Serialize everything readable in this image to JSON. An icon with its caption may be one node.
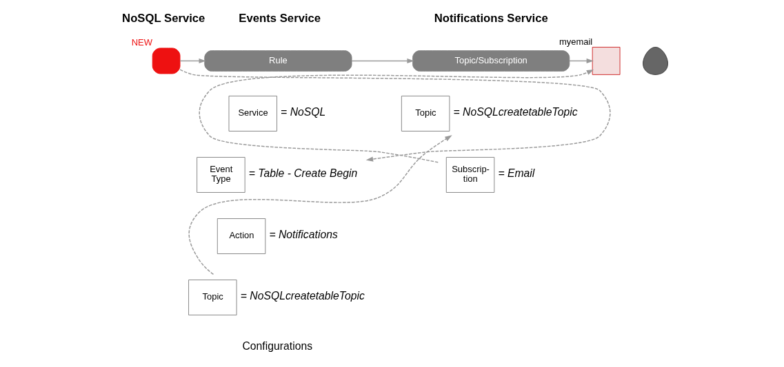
{
  "diagram": {
    "nodes": [
      {
        "text": [],
        "shape": "box",
        "beside": [
          "NEW"
        ]
      },
      {
        "text": [
          "Rule"
        ]
      },
      {
        "text": [
          "Topic/Subscription"
        ]
      },
      {
        "text": [],
        "shape": "box",
        "beside": [
          "myemail"
        ]
      },
      {
        "text": [],
        "shape": "person"
      },
      {
        "text": [
          "Service"
        ],
        "beside": [
          "= NoSQL"
        ]
      },
      {
        "text": [
          "Event Type"
        ],
        "beside": [
          "= Table - Create Begin"
        ]
      },
      {
        "text": [
          "Action"
        ],
        "beside": [
          "= Notifications"
        ]
      },
      {
        "text": [
          "Topic"
        ],
        "beside": [
          "= NoSQLcreatetableTopic"
        ]
      },
      {
        "text": [
          "Topic"
        ],
        "beside": [
          "= NoSQLcreatetableTopic"
        ]
      },
      {
        "text": [
          "Subscrip- tion"
        ],
        "beside": [
          "= Email"
        ]
      }
    ],
    "edges": [
      {
        "from": 0,
        "to": 1,
        "arrow": "to"
      },
      {
        "from": 1,
        "to": 2,
        "arrow": "to"
      },
      {
        "from": 2,
        "to": 3,
        "arrow": "to"
      },
      {
        "from": 0,
        "to": 6,
        "arrow": "to",
        "style": "dashed"
      },
      {
        "from": 8,
        "to": 9,
        "arrow": "to",
        "style": "dashed"
      },
      {
        "from": 10,
        "to": 3,
        "arrow": "to",
        "style": "dashed"
      }
    ],
    "labels": [
      "NoSQL Service",
      "Events Service",
      "Notifications Service",
      "Configurations"
    ]
  }
}
